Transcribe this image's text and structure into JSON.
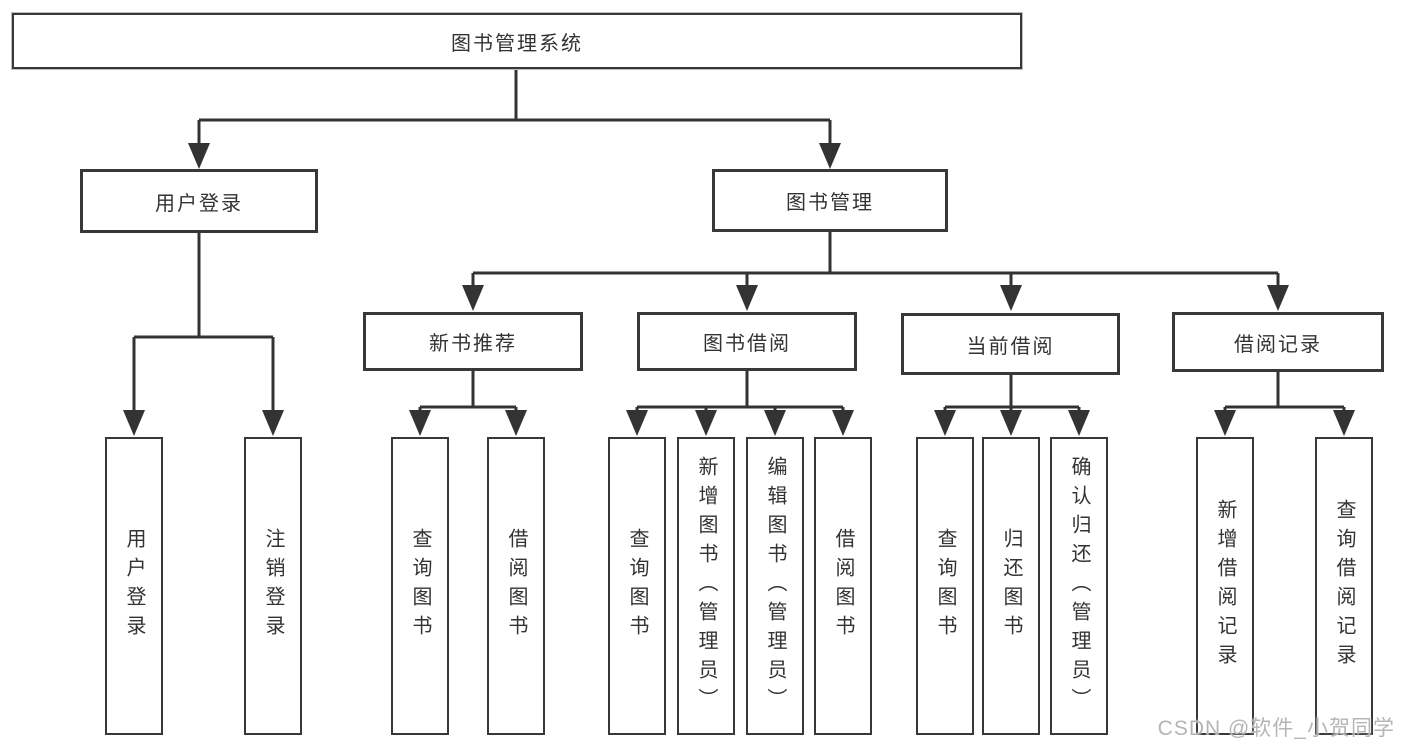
{
  "diagram": {
    "root": {
      "label": "图书管理系统"
    },
    "level2": [
      {
        "label": "用户登录"
      },
      {
        "label": "图书管理"
      }
    ],
    "level3": [
      {
        "label": "新书推荐"
      },
      {
        "label": "图书借阅"
      },
      {
        "label": "当前借阅"
      },
      {
        "label": "借阅记录"
      }
    ],
    "leaves": [
      {
        "label": "用户登录"
      },
      {
        "label": "注销登录"
      },
      {
        "label": "查询图书"
      },
      {
        "label": "借阅图书"
      },
      {
        "label": "查询图书"
      },
      {
        "label": "新增图书（管理员）"
      },
      {
        "label": "编辑图书（管理员）"
      },
      {
        "label": "借阅图书"
      },
      {
        "label": "查询图书"
      },
      {
        "label": "归还图书"
      },
      {
        "label": "确认归还（管理员）"
      },
      {
        "label": "新增借阅记录"
      },
      {
        "label": "查询借阅记录"
      }
    ],
    "watermark": "CSDN @软件_小贺同学",
    "colors": {
      "line": "#333333",
      "box_border": "#383838",
      "box_fill": "#ffffff",
      "text": "#333333",
      "background": "#ffffff",
      "watermark": "#b7b4b4"
    }
  }
}
